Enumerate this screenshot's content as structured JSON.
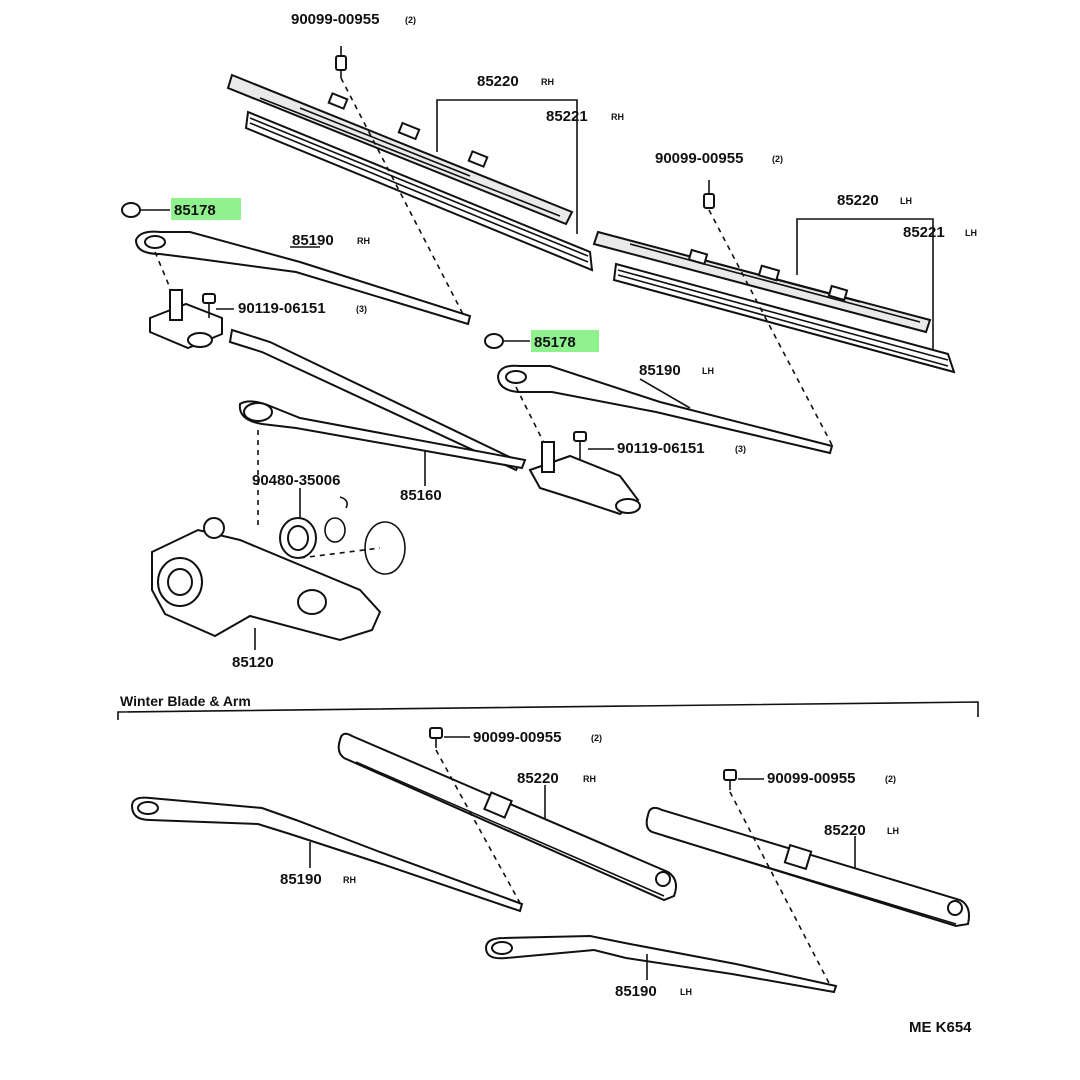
{
  "upper": {
    "bolt_top_left": {
      "number": "90099-00955",
      "qty": "(2)"
    },
    "blade_left": {
      "number": "85220",
      "side": "RH"
    },
    "refill_left": {
      "number": "85221",
      "side": "RH"
    },
    "bolt_top_right": {
      "number": "90099-00955",
      "qty": "(2)"
    },
    "blade_right": {
      "number": "85220",
      "side": "LH"
    },
    "refill_right": {
      "number": "85221",
      "side": "LH"
    },
    "cap_left": {
      "number": "85178"
    },
    "arm_left": {
      "number": "85190",
      "side": "RH"
    },
    "pivot_bolt_left": {
      "number": "90119-06151",
      "qty": "(3)"
    },
    "cap_right": {
      "number": "85178"
    },
    "arm_right": {
      "number": "85190",
      "side": "LH"
    },
    "pivot_bolt_right": {
      "number": "90119-06151",
      "qty": "(3)"
    },
    "grommet": {
      "number": "90480-35006"
    },
    "link": {
      "number": "85160"
    },
    "motor": {
      "number": "85120"
    }
  },
  "winter": {
    "section_title": "Winter Blade & Arm",
    "bolt_left": {
      "number": "90099-00955",
      "qty": "(2)"
    },
    "blade_left": {
      "number": "85220",
      "side": "RH"
    },
    "bolt_right": {
      "number": "90099-00955",
      "qty": "(2)"
    },
    "blade_right": {
      "number": "85220",
      "side": "LH"
    },
    "arm_left": {
      "number": "85190",
      "side": "RH"
    },
    "arm_right": {
      "number": "85190",
      "side": "LH"
    }
  },
  "diagram_code": "ME K654",
  "highlight_color": "#8ff28f"
}
